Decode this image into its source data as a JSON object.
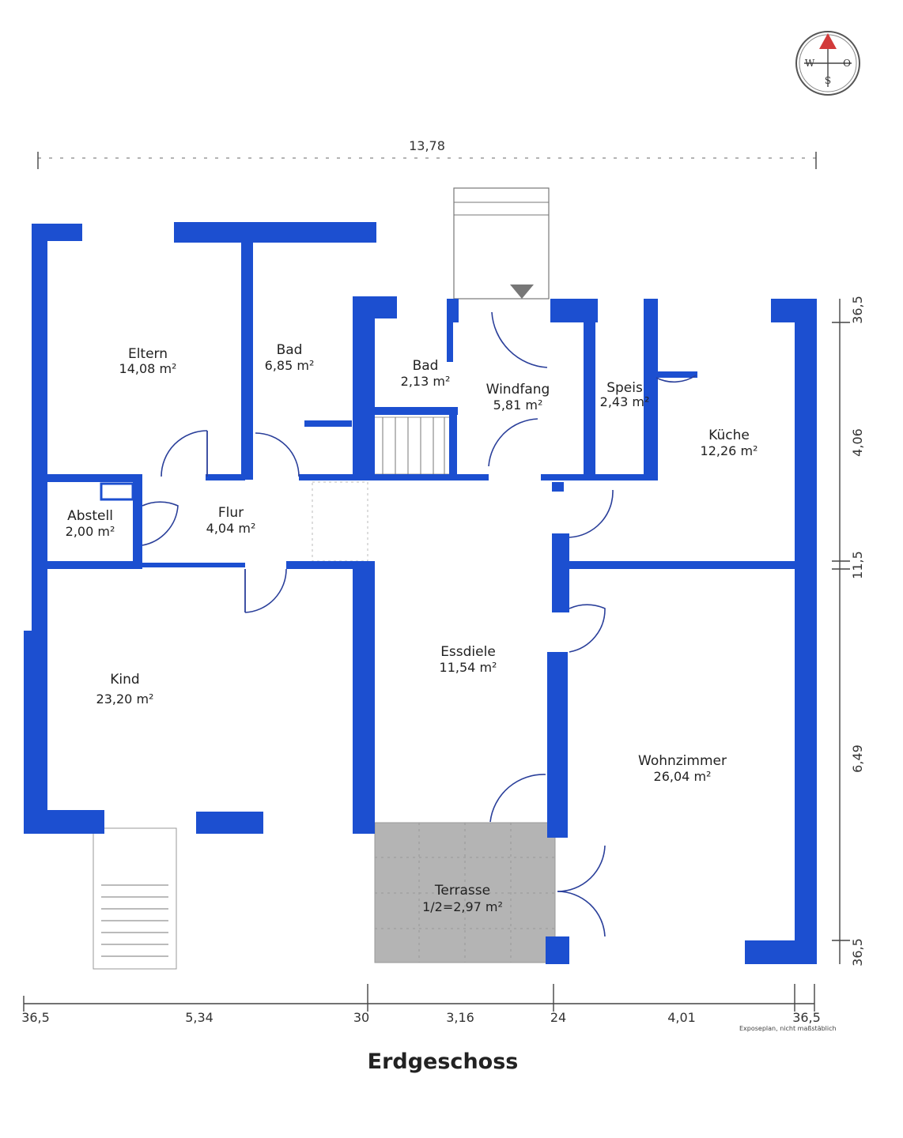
{
  "floor_title": "Erdgeschoss",
  "note": "Exposeplan, nicht maßstäblich",
  "compass": {
    "north": "N",
    "west": "W",
    "east": "O",
    "south": "S"
  },
  "rooms": [
    {
      "name": "Eltern",
      "area": "14,08 m²"
    },
    {
      "name": "Bad",
      "area": "6,85 m²"
    },
    {
      "name": "Bad",
      "area": "2,13 m²"
    },
    {
      "name": "Windfang",
      "area": "5,81 m²"
    },
    {
      "name": "Speis",
      "area": "2,43 m²"
    },
    {
      "name": "Küche",
      "area": "12,26 m²"
    },
    {
      "name": "Abstell",
      "area": "2,00 m²"
    },
    {
      "name": "Flur",
      "area": "4,04 m²"
    },
    {
      "name": "Kind",
      "area": "23,20 m²"
    },
    {
      "name": "Essdiele",
      "area": "11,54 m²"
    },
    {
      "name": "Wohnzimmer",
      "area": "26,04 m²"
    },
    {
      "name": "Terrasse",
      "area": "1/2=2,97 m²"
    }
  ],
  "dimensions": {
    "top": "13,78",
    "bottom": [
      "36,5",
      "5,34",
      "30",
      "3,16",
      "24",
      "4,01",
      "36,5"
    ],
    "right": [
      "36,5",
      "4,06",
      "11,5",
      "6,49",
      "36,5"
    ]
  },
  "colors": {
    "wall": "#1c4fd0",
    "terrace": "#b4b4b4"
  }
}
